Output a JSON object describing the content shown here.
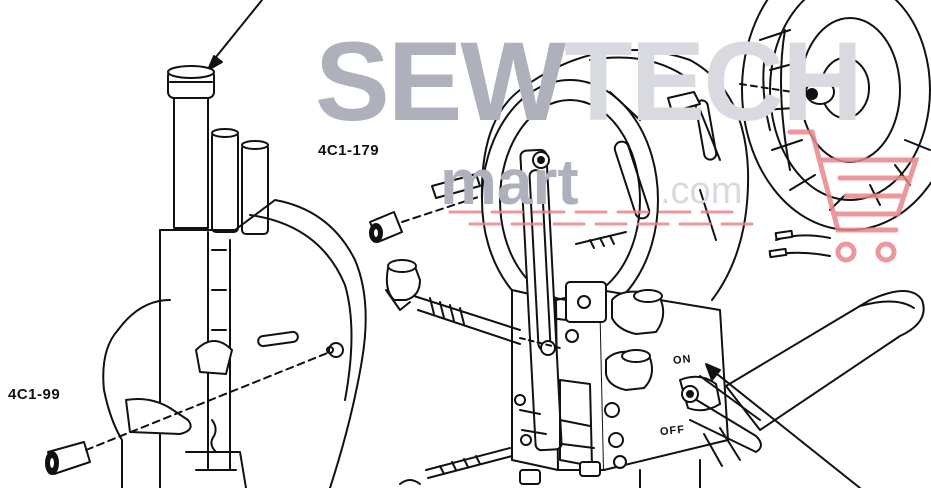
{
  "labels": {
    "part_179": "4C1-179",
    "part_99": "4C1-99",
    "switch_on": "ON",
    "switch_off": "OFF"
  },
  "watermark": {
    "big_bold": "SEW",
    "big_light": "TECH",
    "small": "mart",
    "suffix": ".com",
    "color_dark": "#aeb0bc",
    "color_light": "#d9dae0",
    "accent": "#e8868a"
  },
  "icons": {
    "cart": "shopping-cart-icon"
  }
}
